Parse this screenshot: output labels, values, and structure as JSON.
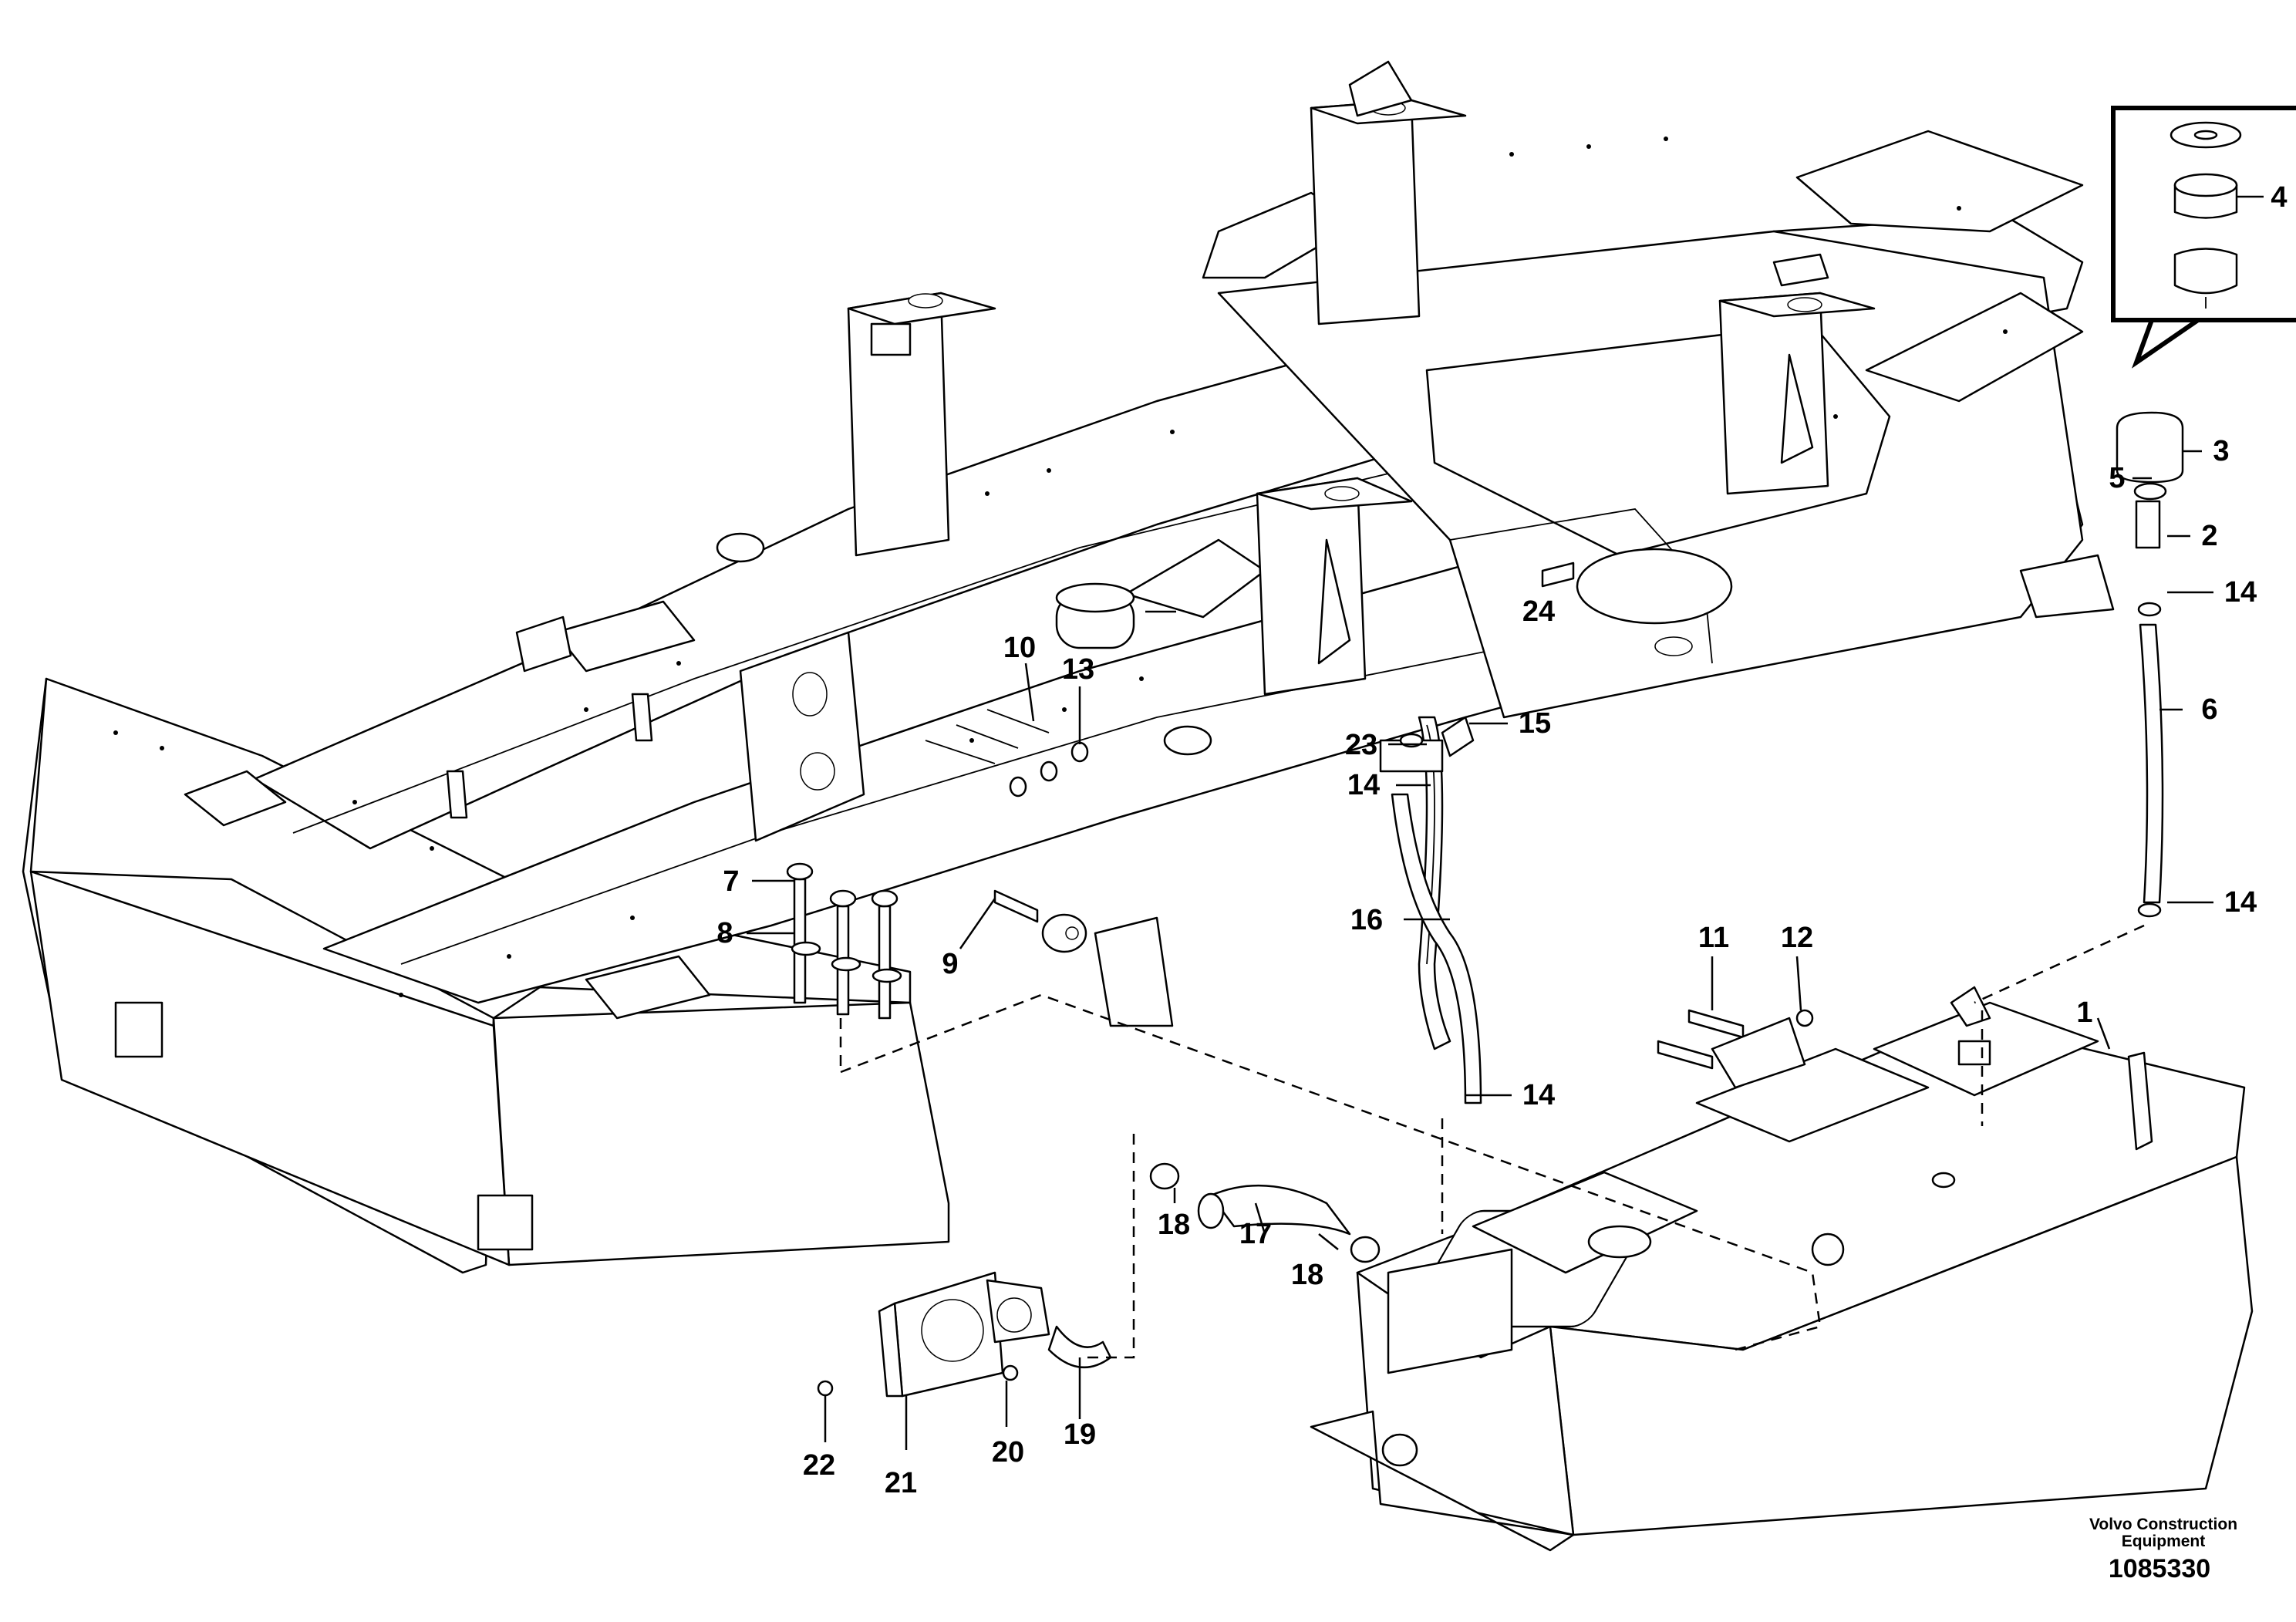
{
  "callouts": [
    "1",
    "2",
    "3",
    "4",
    "5",
    "6",
    "7",
    "8",
    "9",
    "10",
    "11",
    "12",
    "13",
    "14",
    "15",
    "16",
    "17",
    "18",
    "19",
    "20",
    "21",
    "22",
    "23",
    "24"
  ],
  "footer": {
    "company_line1": "Volvo Construction",
    "company_line2": "Equipment",
    "drawing_number": "1085330"
  }
}
